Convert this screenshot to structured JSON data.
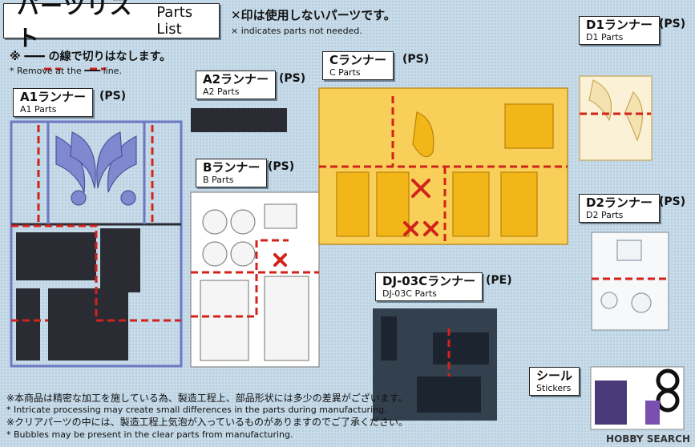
{
  "header": {
    "title_jp": "パーツリスト",
    "title_en": "Parts List",
    "not_needed_jp": "✕印は使用しないパーツです。",
    "not_needed_en": "× indicates parts not needed.",
    "remove_jp": "※ ━━━ の線で切りはなします。",
    "remove_en": "* Remove at the ━━━ line."
  },
  "runners": [
    {
      "jp": "A1ランナー",
      "en": "A1 Parts",
      "tag": "(PS)"
    },
    {
      "jp": "A2ランナー",
      "en": "A2 Parts",
      "tag": "(PS)"
    },
    {
      "jp": "Bランナー",
      "en": "B Parts",
      "tag": "(PS)"
    },
    {
      "jp": "Cランナー",
      "en": "C Parts",
      "tag": "(PS)"
    },
    {
      "jp": "D1ランナー",
      "en": "D1 Parts",
      "tag": "(PS)"
    },
    {
      "jp": "D2ランナー",
      "en": "D2 Parts",
      "tag": "(PS)"
    },
    {
      "jp": "DJ-03Cランナー",
      "en": "DJ-03C Parts",
      "tag": "(PE)"
    }
  ],
  "stickers": {
    "jp": "シール",
    "en": "Stickers"
  },
  "notes": [
    "※本商品は精密な加工を施している為、製造工程上、部品形状には多少の差異がございます。",
    "* Intricate processing may create small differences in the parts during manufacturing.",
    "※クリアパーツの中には、製造工程上気泡が入っているものがありますのでご了承ください。",
    "* Bubbles may be present in the clear parts from manufacturing."
  ],
  "watermark": "HOBBY SEARCH",
  "colors": {
    "a1": "#6d78c4",
    "a2": "#2b2b33",
    "b": "#f4f4f4",
    "c": "#f3b619",
    "d": "#f4e3b0",
    "dj": "#1c2430",
    "cut": "#d2231b"
  }
}
